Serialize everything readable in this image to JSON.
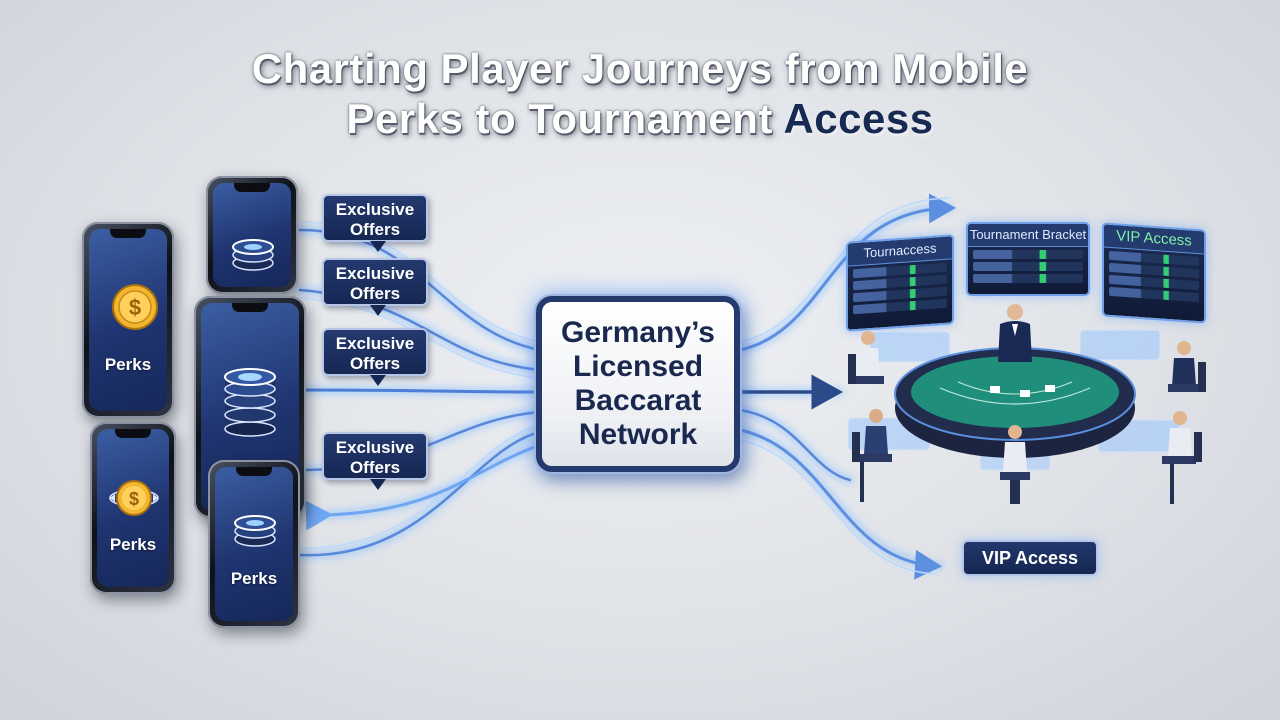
{
  "title": {
    "line1": "Charting Player Journeys from Mobile",
    "line2_prefix": "Perks to Tournament ",
    "line2_accent": "Access"
  },
  "phones": [
    {
      "icon": "dollar-coin-icon",
      "label": "Perks"
    },
    {
      "icon": "poker-chip-icon",
      "label": ""
    },
    {
      "icon": "poker-chip-stack-icon",
      "label": ""
    },
    {
      "icon": "spinning-coin-icon",
      "label": "Perks"
    },
    {
      "icon": "poker-chip-icon",
      "label": "Perks"
    }
  ],
  "offers": [
    {
      "label": "Exclusive Offers"
    },
    {
      "label": "Exclusive Offers"
    },
    {
      "label": "Exclusive Offers"
    },
    {
      "label": "Exclusive Offers"
    }
  ],
  "hub": {
    "label": "Germany’s Licensed Baccarat Network"
  },
  "boards": [
    {
      "title": "Tournaccess"
    },
    {
      "title": "Tournament Bracket"
    },
    {
      "title": "VIP Access"
    }
  ],
  "vip_badge": {
    "label": "VIP Access"
  },
  "colors": {
    "navy": "#172a52",
    "flow_glow": "#6fb0ff",
    "table_felt": "#1f8f7c",
    "accent_green": "#37e079"
  }
}
